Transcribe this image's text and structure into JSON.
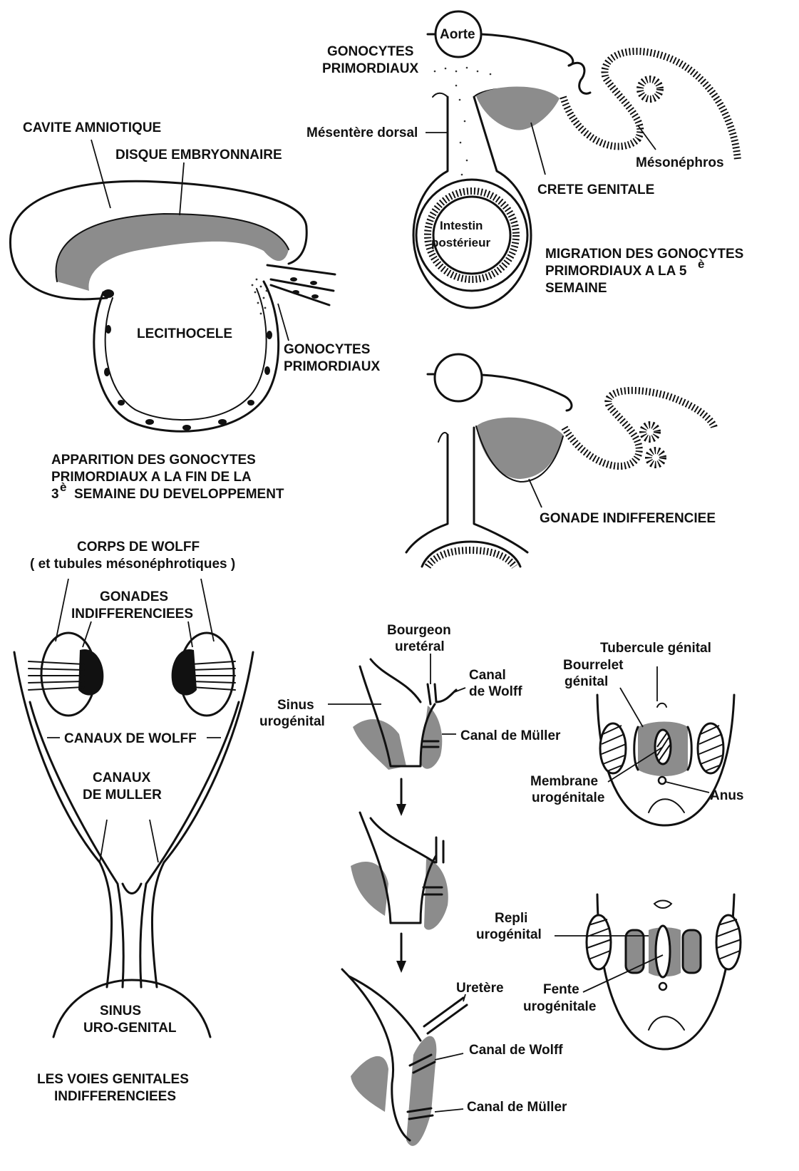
{
  "colors": {
    "ink": "#111111",
    "shade": "#8c8c8c",
    "background": "#ffffff"
  },
  "panel_3rd_week": {
    "cavite": "CAVITE AMNIOTIQUE",
    "disque": "DISQUE EMBRYONNAIRE",
    "lecithocele": "LECITHOCELE",
    "gonocytes": [
      "GONOCYTES",
      "PRIMORDIAUX"
    ],
    "caption": [
      "APPARITION DES GONOCYTES",
      "PRIMORDIAUX A LA FIN DE LA",
      "3",
      "è",
      "SEMAINE DU DEVELOPPEMENT"
    ]
  },
  "panel_5th_week": {
    "aorte": "Aorte",
    "gonocytes": [
      "GONOCYTES",
      "PRIMORDIAUX"
    ],
    "mesentere": "Mésentère dorsal",
    "mesonephros": "Mésonéphros",
    "crete": "CRETE GENITALE",
    "intestin": [
      "Intestin",
      "postérieur"
    ],
    "caption": [
      "MIGRATION DES GONOCYTES",
      "PRIMORDIAUX A LA 5",
      "è",
      "SEMAINE"
    ]
  },
  "panel_gonade": {
    "label": "GONADE INDIFFERENCIEE"
  },
  "panel_voies": {
    "corps": [
      "CORPS DE WOLFF",
      "( et tubules mésonéphrotiques )"
    ],
    "gonades": [
      "GONADES",
      "INDIFFERENCIEES"
    ],
    "canaux_wolff": "CANAUX DE WOLFF",
    "canaux_muller": [
      "CANAUX",
      "DE MULLER"
    ],
    "sinus": [
      "SINUS",
      "URO-GENITAL"
    ],
    "caption": [
      "LES VOIES GENITALES",
      "INDIFFERENCIEES"
    ]
  },
  "panel_sinus": {
    "bourgeon": [
      "Bourgeon",
      "uretéral"
    ],
    "canal_wolff": [
      "Canal",
      "de Wolff"
    ],
    "sinus": [
      "Sinus",
      "urogénital"
    ],
    "canal_muller": "Canal de Müller",
    "uretere": "Uretère",
    "canal_wolff_2": "Canal de Wolff",
    "canal_muller_2": "Canal de Müller"
  },
  "panel_external": {
    "tubercule": "Tubercule génital",
    "bourrelet": [
      "Bourrelet",
      "génital"
    ],
    "membrane": [
      "Membrane",
      "urogénitale"
    ],
    "anus": "Anus",
    "repli": [
      "Repli",
      "urogénital"
    ],
    "fente": [
      "Fente",
      "urogénitale"
    ]
  }
}
